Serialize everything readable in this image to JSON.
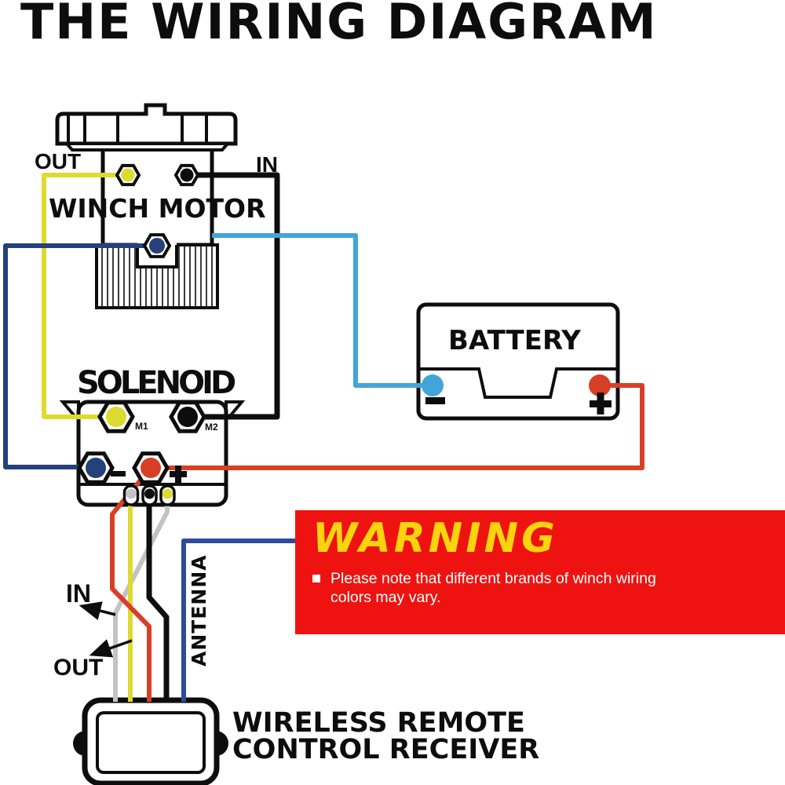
{
  "title": "THE WIRING DIAGRAM",
  "colors": {
    "outline": "#0d0d0d",
    "wire_yellow": "#dcdb2f",
    "wire_navy": "#25407a",
    "wire_lightblue": "#41a5d9",
    "wire_red": "#d83f27",
    "wire_gray": "#c3c3c3",
    "wire_black": "#0d0d0d",
    "wire_blue": "#2d4b9b",
    "warning_bg": "#ee1310",
    "warning_title": "#fcd40e"
  },
  "winch_motor": {
    "label": "WINCH MOTOR",
    "out_label": "OUT",
    "in_label": "IN"
  },
  "battery": {
    "label": "BATTERY",
    "minus_label": "−",
    "plus_label": "+"
  },
  "solenoid": {
    "label": "SOLENOID",
    "m1_label": "M1",
    "m2_label": "M2",
    "minus_label": "−",
    "plus_label": "+"
  },
  "lower_wires": {
    "in_label": "IN",
    "out_label": "OUT",
    "antenna_label": "ANTENNA"
  },
  "warning": {
    "title": "WARNING",
    "bullet_text": "Please note that different brands of winch wiring colors may vary."
  },
  "receiver": {
    "label_line1": "WIRELESS REMOTE",
    "label_line2": "CONTROL RECEIVER"
  }
}
